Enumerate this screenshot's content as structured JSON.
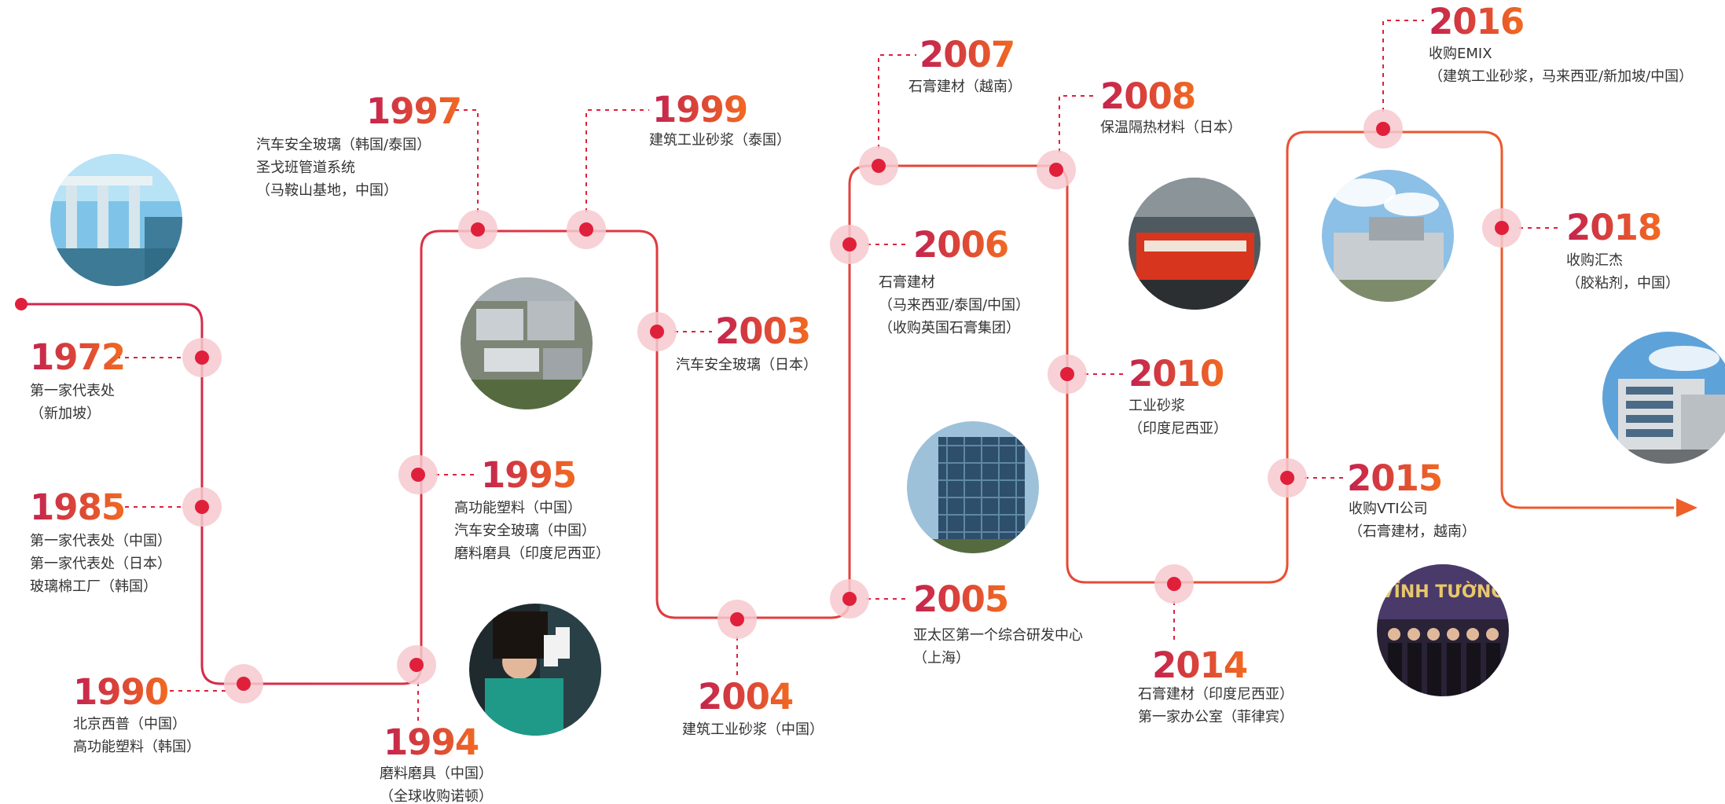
{
  "colors": {
    "path_start": "#d4244f",
    "path_end": "#ef5f2a",
    "year_start": "#c4224f",
    "year_end": "#f26a21",
    "node_halo": "#f6c9cf",
    "node_core": "#e0203b",
    "connector": "#e0203b",
    "text": "#333333"
  },
  "milestones": [
    {
      "id": "1972",
      "year": "1972",
      "lines": [
        "第一家代表处",
        "（新加坡）"
      ]
    },
    {
      "id": "1985",
      "year": "1985",
      "lines": [
        "第一家代表处（中国）",
        "第一家代表处（日本）",
        "玻璃棉工厂（韩国）"
      ]
    },
    {
      "id": "1990",
      "year": "1990",
      "lines": [
        "北京西普（中国）",
        "高功能塑料（韩国）"
      ]
    },
    {
      "id": "1994",
      "year": "1994",
      "lines": [
        "磨料磨具（中国）",
        "（全球收购诺顿）"
      ]
    },
    {
      "id": "1995",
      "year": "1995",
      "lines": [
        "高功能塑料（中国）",
        "汽车安全玻璃（中国）",
        "磨料磨具（印度尼西亚）"
      ]
    },
    {
      "id": "1997",
      "year": "1997",
      "lines": [
        "汽车安全玻璃（韩国/泰国）",
        "圣戈班管道系统",
        "（马鞍山基地，中国）"
      ]
    },
    {
      "id": "1999",
      "year": "1999",
      "lines": [
        "建筑工业砂浆（泰国）"
      ]
    },
    {
      "id": "2003",
      "year": "2003",
      "lines": [
        "汽车安全玻璃（日本）"
      ]
    },
    {
      "id": "2004",
      "year": "2004",
      "lines": [
        "建筑工业砂浆（中国）"
      ]
    },
    {
      "id": "2005",
      "year": "2005",
      "lines": [
        "亚太区第一个综合研发中心",
        "（上海）"
      ]
    },
    {
      "id": "2006",
      "year": "2006",
      "lines": [
        "石膏建材",
        "（马来西亚/泰国/中国）",
        "（收购英国石膏集团）"
      ]
    },
    {
      "id": "2007",
      "year": "2007",
      "lines": [
        "石膏建材（越南）"
      ]
    },
    {
      "id": "2008",
      "year": "2008",
      "lines": [
        "保温隔热材料（日本）"
      ]
    },
    {
      "id": "2010",
      "year": "2010",
      "lines": [
        "工业砂浆",
        "（印度尼西亚）"
      ]
    },
    {
      "id": "2014",
      "year": "2014",
      "lines": [
        "石膏建材（印度尼西亚）",
        "第一家办公室（菲律宾）"
      ]
    },
    {
      "id": "2015",
      "year": "2015",
      "lines": [
        "收购VTI公司",
        "（石膏建材，越南）"
      ]
    },
    {
      "id": "2016",
      "year": "2016",
      "lines": [
        "收购EMIX",
        "（建筑工业砂浆，马来西亚/新加坡/中国）"
      ]
    },
    {
      "id": "2018",
      "year": "2018",
      "lines": [
        "收购汇杰",
        "（胶粘剂，中国）"
      ]
    }
  ],
  "photos": [
    {
      "id": "marina-bay",
      "subject": "marina-bay-sands-hotel"
    },
    {
      "id": "factory-aerial",
      "subject": "factory-aerial-view"
    },
    {
      "id": "worker",
      "subject": "worker-handling-glass-sheet"
    },
    {
      "id": "glass-building",
      "subject": "glass-office-building"
    },
    {
      "id": "train",
      "subject": "red-train-insulation"
    },
    {
      "id": "plant",
      "subject": "industrial-plant-buildings"
    },
    {
      "id": "ceremony",
      "subject": "vinh-tuong-ceremony",
      "sign_text": "VĨNH TƯỜNG"
    },
    {
      "id": "office",
      "subject": "modern-office-building"
    }
  ]
}
